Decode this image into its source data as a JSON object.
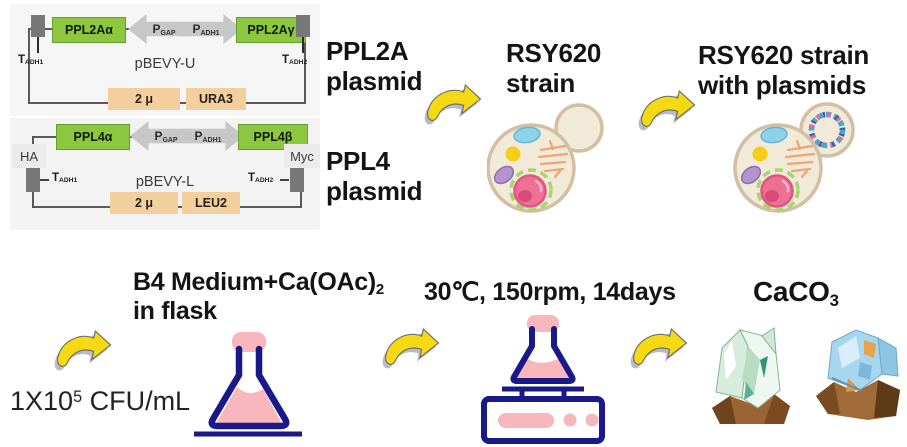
{
  "colors": {
    "arrow_yellow": "#f5d912",
    "flask_navy": "#191989",
    "pink": "#f8b7bc",
    "gene_green": "#8dc63f",
    "marker_tan": "#f2cf9d",
    "cell_body": "#f2ead8",
    "cell_border": "#d3bfa2"
  },
  "icons": {
    "flow_arrow": "curved-yellow-arrow",
    "yeast_cell": "budding-yeast-cell",
    "yeast_cell_plasmid": "budding-yeast-cell-with-plasmid-ring",
    "flask": "erlenmeyer-flask-with-medium",
    "shaker": "flask-on-orbital-shaker",
    "crystal_green": "green-calcite-crystal",
    "crystal_blue": "blue-calcite-crystal"
  },
  "plasmids": {
    "ppl2a": {
      "label_line1": "PPL2A",
      "label_line2": "plasmid",
      "gene_left": "PPL2Aα",
      "gene_right": "PPL2Aγ",
      "promoter_left": {
        "base": "P",
        "sub": "GAP"
      },
      "promoter_right": {
        "base": "P",
        "sub": "ADH1"
      },
      "terminator_left": {
        "base": "T",
        "sub": "ADH1"
      },
      "terminator_right": {
        "base": "T",
        "sub": "ADH2"
      },
      "backbone": "pBEVY-U",
      "marker_left": "2 μ",
      "marker_right": "URA3"
    },
    "ppl4": {
      "label_line1": "PPL4",
      "label_line2": "plasmid",
      "gene_left": "PPL4α",
      "gene_right": "PPL4β",
      "tag_left": "HA",
      "tag_right": "Myc",
      "promoter_left": {
        "base": "P",
        "sub": "GAP"
      },
      "promoter_right": {
        "base": "P",
        "sub": "ADH1"
      },
      "terminator_left": {
        "base": "T",
        "sub": "ADH1"
      },
      "terminator_right": {
        "base": "T",
        "sub": "ADH2"
      },
      "backbone": "pBEVY-L",
      "marker_left": "2 μ",
      "marker_right": "LEU2"
    }
  },
  "strains": {
    "plain": {
      "line1": "RSY620",
      "line2": "strain"
    },
    "with_plasmids": {
      "line1": "RSY620 strain",
      "line2": "with plasmids"
    }
  },
  "workflow": {
    "inoculum": {
      "base": "1X10",
      "sup": "5",
      "rest": " CFU/mL"
    },
    "medium": {
      "line1_base": "B4 Medium+Ca(OAc)",
      "line1_sub": "2",
      "line2": "in flask"
    },
    "conditions": "30℃, 150rpm, 14days",
    "product": {
      "base": "CaCO",
      "sub": "3"
    }
  }
}
